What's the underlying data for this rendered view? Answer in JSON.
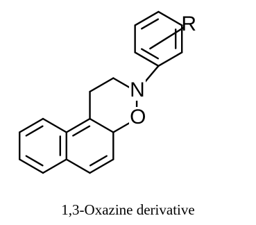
{
  "structure": {
    "atom_labels": {
      "nitrogen": "N",
      "oxygen": "O",
      "substituent": "R"
    }
  },
  "caption": "1,3-Oxazine derivative",
  "colors": {
    "ink": "#000000",
    "background": "#ffffff"
  }
}
